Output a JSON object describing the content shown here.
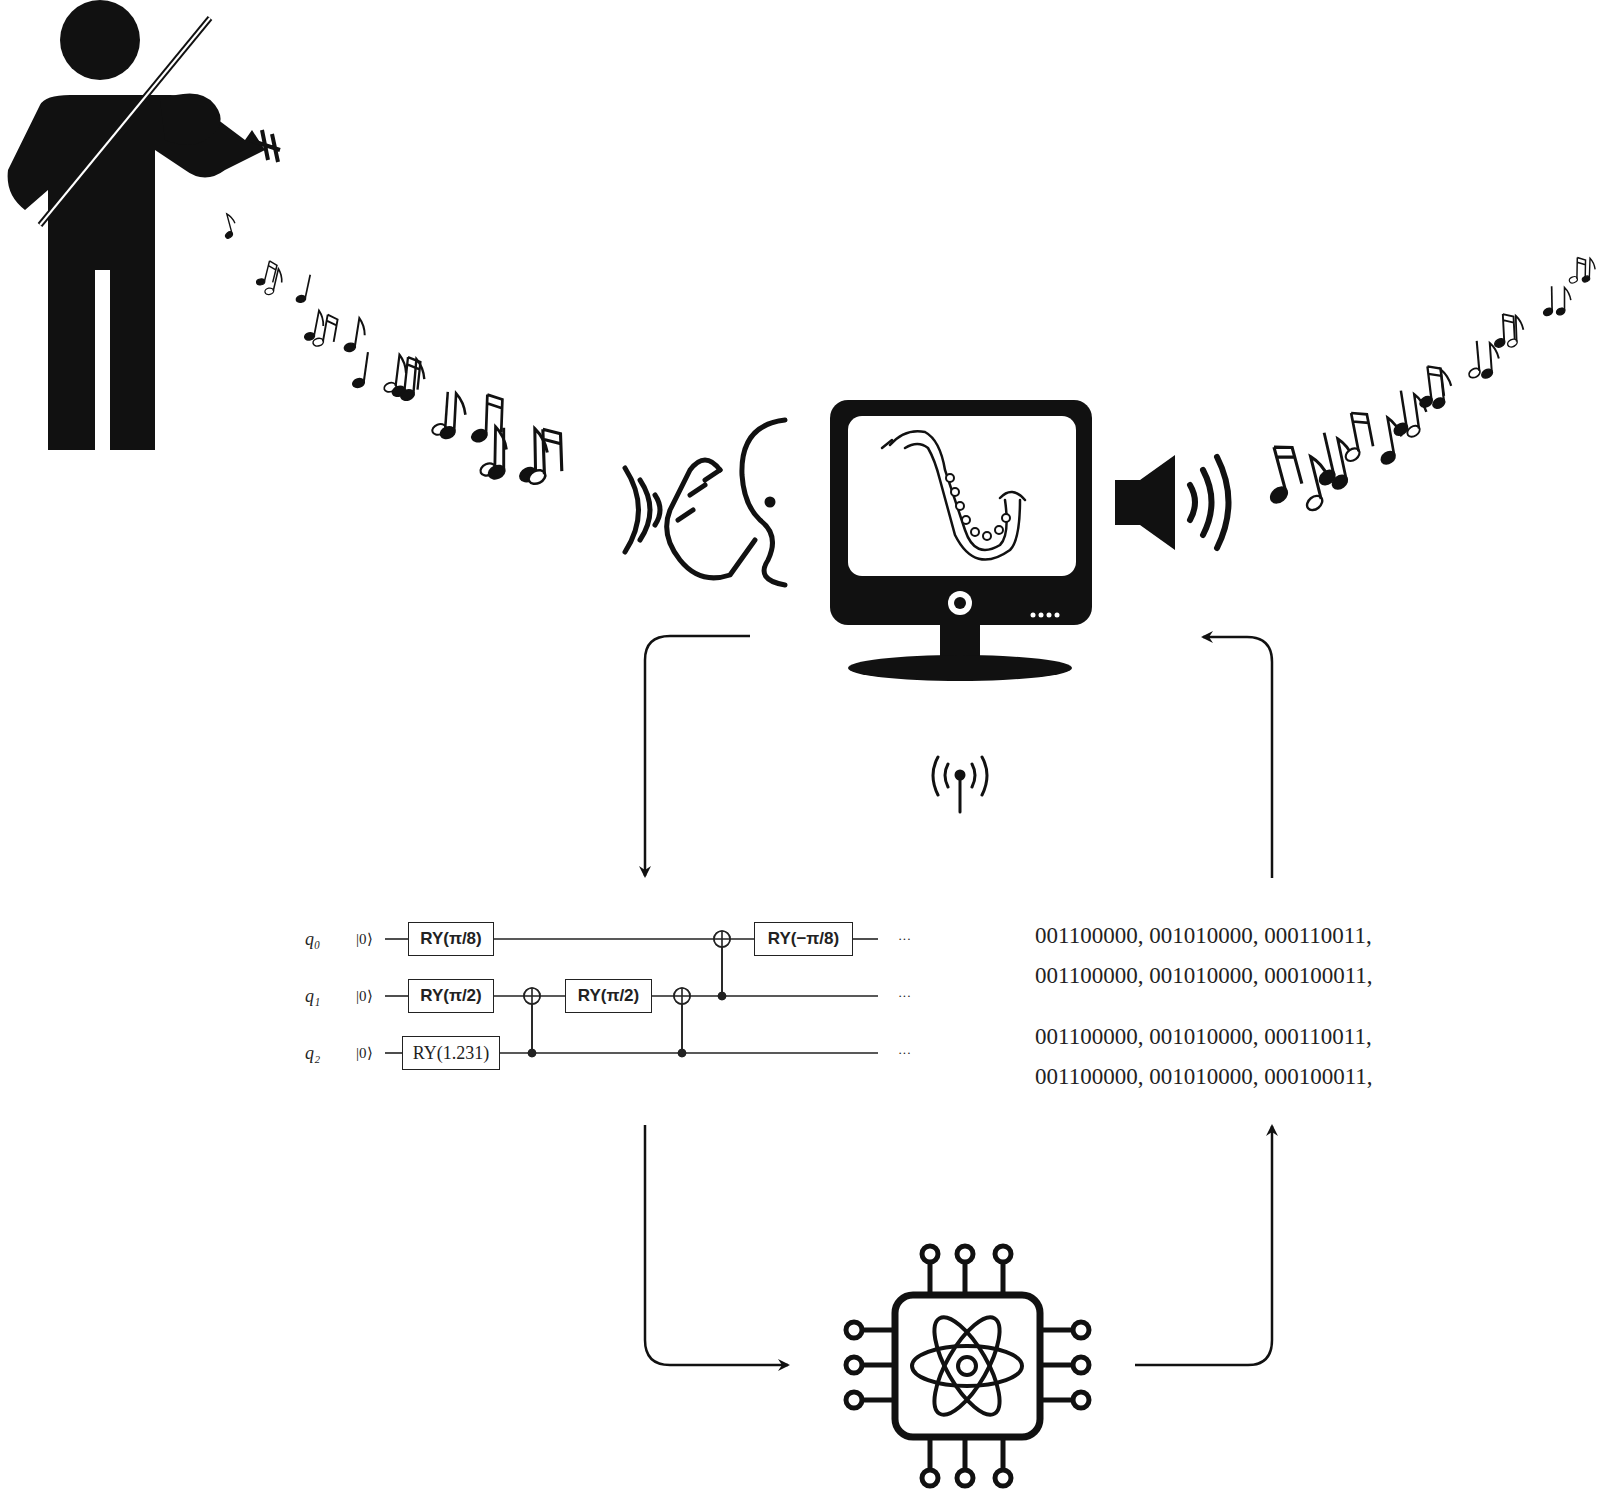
{
  "diagram": {
    "nodes": [
      {
        "text": [
          "RY(π/8)"
        ]
      },
      {
        "text": [
          "RY(π/2)"
        ]
      },
      {
        "text": [
          "RY(1.231)"
        ]
      },
      {
        "text": [
          "RY(π/2)"
        ]
      },
      {
        "text": [
          "RY(−π/8)"
        ]
      }
    ],
    "edges": [
      {
        "from": 0,
        "to": 4,
        "arrow": "none"
      },
      {
        "from": 1,
        "to": 3,
        "arrow": "none"
      }
    ],
    "labels": [
      "q₀",
      "q₁",
      "q₂",
      "|0⟩",
      "|0⟩",
      "|0⟩",
      "···",
      "···",
      "···",
      "001100000, 001010000, 000110011,",
      "001100000, 001010000, 000100011,",
      "001100000, 001010000, 000110011,",
      "001100000, 001010000, 000100011,"
    ]
  }
}
